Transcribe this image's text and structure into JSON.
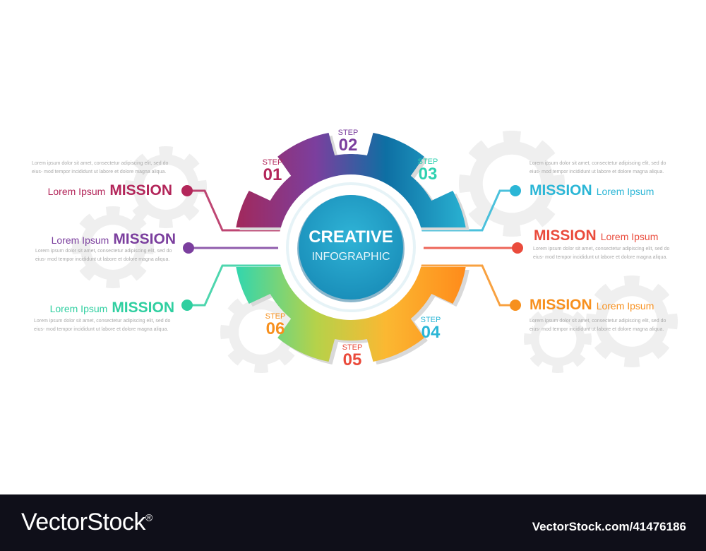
{
  "center": {
    "title": "CREATIVE",
    "subtitle": "INFOGRAPHIC"
  },
  "steps": [
    {
      "label": "STEP",
      "number": "01",
      "color": "#b3265a"
    },
    {
      "label": "STEP",
      "number": "02",
      "color": "#7b3f9e"
    },
    {
      "label": "STEP",
      "number": "03",
      "color": "#2fd1b0"
    },
    {
      "label": "STEP",
      "number": "04",
      "color": "#2bb6d6"
    },
    {
      "label": "STEP",
      "number": "05",
      "color": "#ea4b3c"
    },
    {
      "label": "STEP",
      "number": "06",
      "color": "#f7901e"
    }
  ],
  "missions": [
    {
      "title": "MISSION",
      "subtitle": "Lorem Ipsum",
      "color": "#b3265a",
      "text": "Lorem ipsum dolor sit amet, consectetur adipiscing elit, sed do eius- mod tempor incididunt ut labore et dolore magna aliqua."
    },
    {
      "title": "MISSION",
      "subtitle": "Lorem Ipsum",
      "color": "#7b3f9e",
      "text": "Lorem ipsum dolor sit amet, consectetur adipiscing elit, sed do eius- mod tempor incididunt ut labore et dolore magna aliqua."
    },
    {
      "title": "MISSION",
      "subtitle": "Lorem Ipsum",
      "color": "#2fcfa0",
      "text": "Lorem ipsum dolor sit amet, consectetur adipiscing elit, sed do eius- mod tempor incididunt ut labore et dolore magna aliqua."
    },
    {
      "title": "MISSION",
      "subtitle": "Lorem Ipsum",
      "color": "#2bb6d6",
      "text": "Lorem ipsum dolor sit amet, consectetur adipiscing elit, sed do eius- mod tempor incididunt ut labore et dolore magna aliqua."
    },
    {
      "title": "MISSION",
      "subtitle": "Lorem Ipsum",
      "color": "#ea4b3c",
      "text": "Lorem ipsum dolor sit amet, consectetur adipiscing elit, sed do eius- mod tempor incididunt ut labore et dolore magna aliqua."
    },
    {
      "title": "MISSION",
      "subtitle": "Lorem Ipsum",
      "color": "#f7901e",
      "text": "Lorem ipsum dolor sit amet, consectetur adipiscing elit, sed do eius- mod tempor incididunt ut labore et dolore magna aliqua."
    }
  ],
  "footer": {
    "brand": "VectorStock",
    "registered": "®",
    "image_id": "VectorStock.com/41476186"
  }
}
